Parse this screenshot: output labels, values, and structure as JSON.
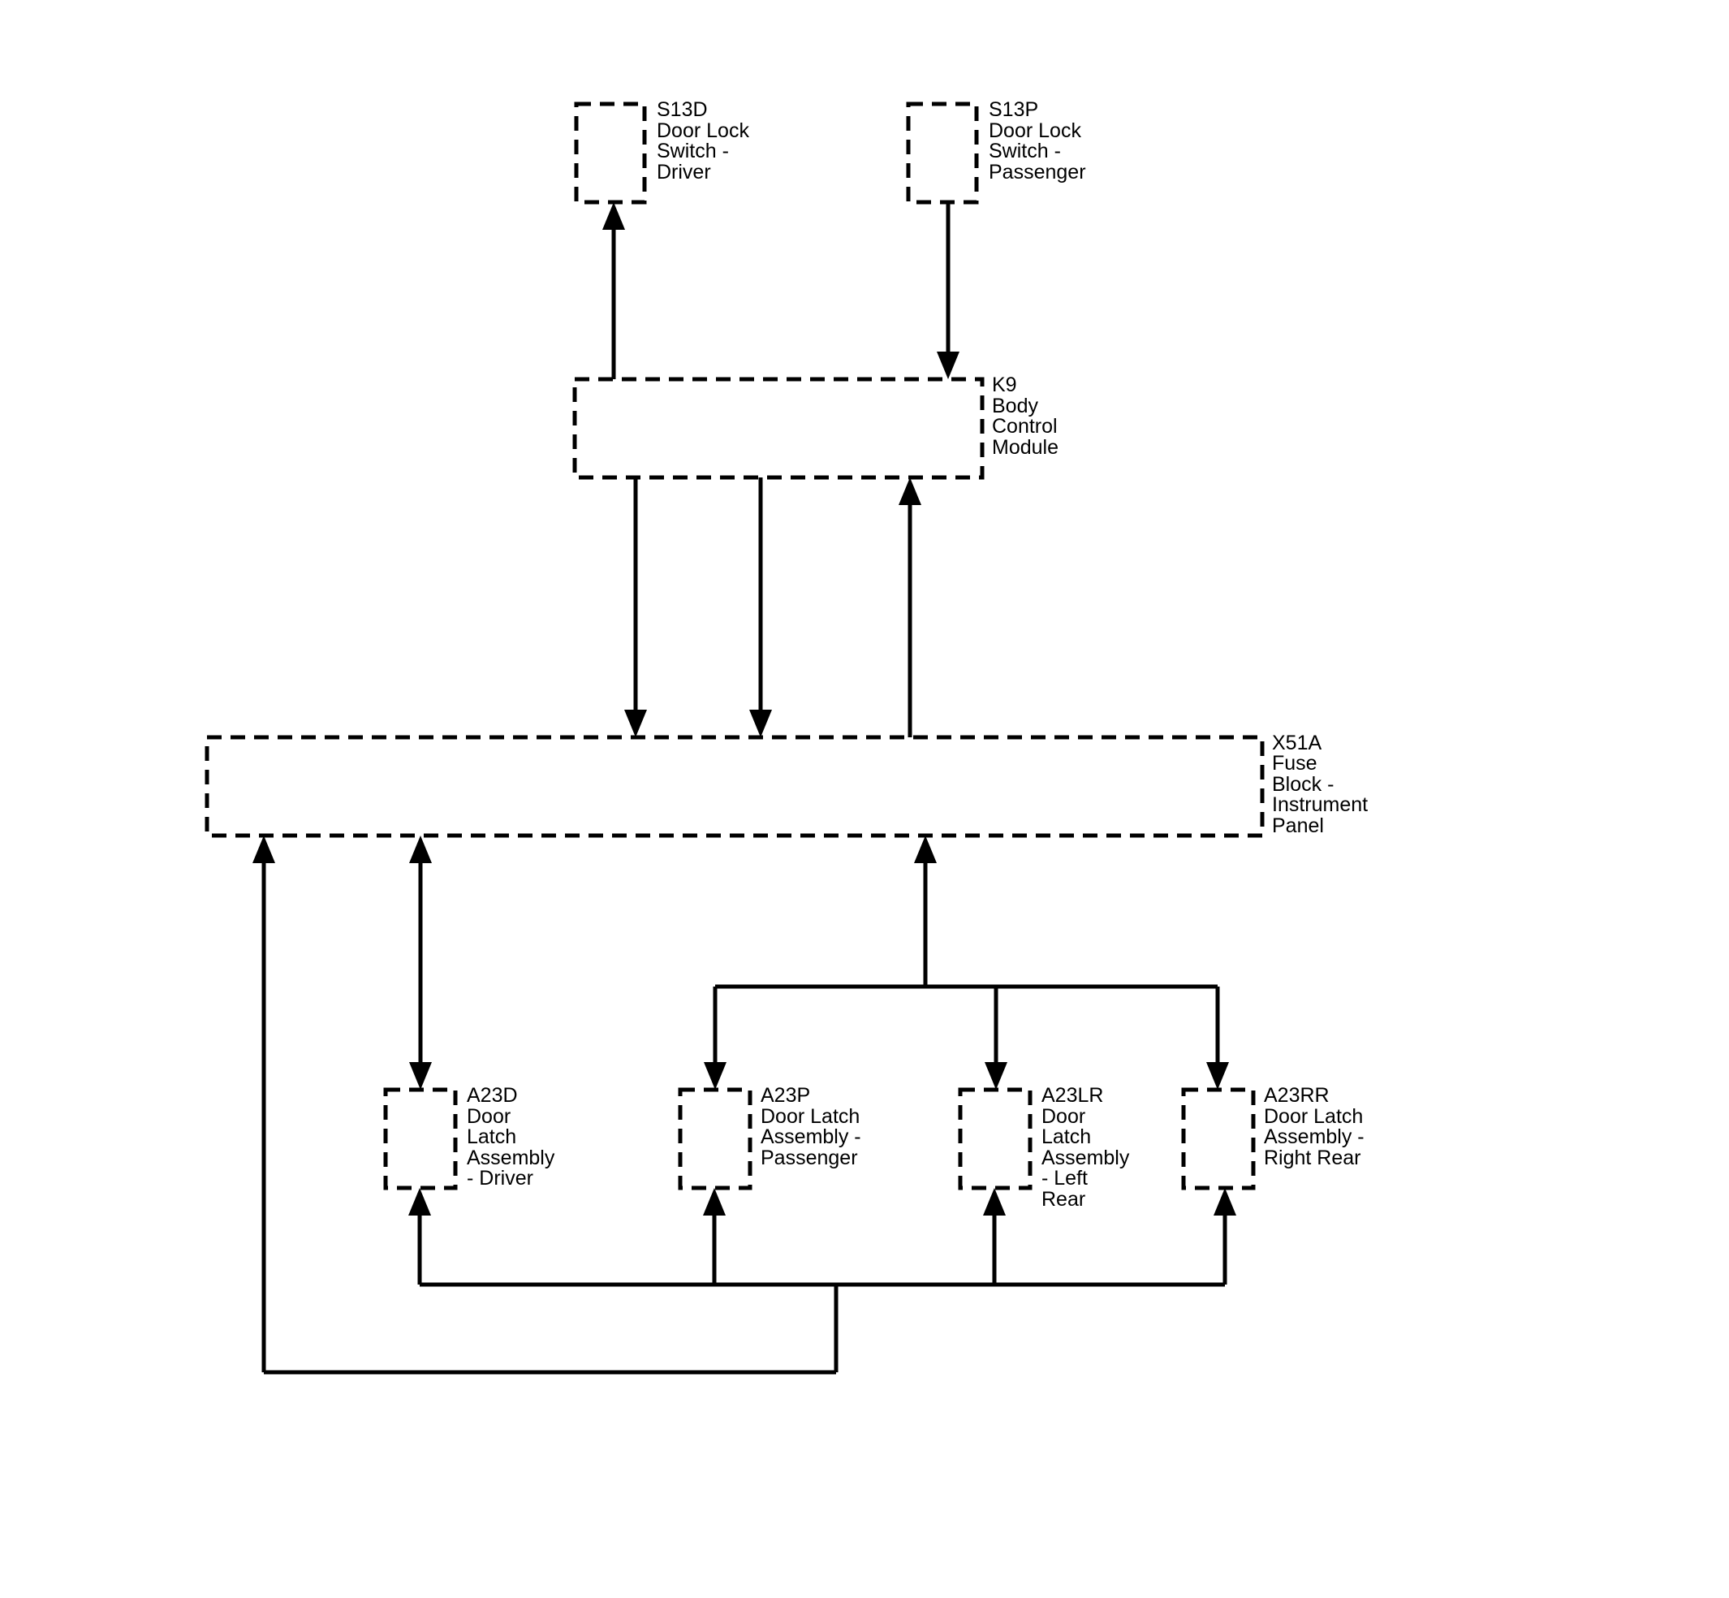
{
  "components": {
    "s13d": {
      "lines": [
        "S13D",
        "Door Lock",
        "Switch -",
        "Driver"
      ]
    },
    "s13p": {
      "lines": [
        "S13P",
        "Door Lock",
        "Switch -",
        "Passenger"
      ]
    },
    "k9": {
      "lines": [
        "K9",
        "Body",
        "Control",
        "Module"
      ]
    },
    "x51a": {
      "lines": [
        "X51A",
        "Fuse",
        "Block -",
        "Instrument",
        "Panel"
      ]
    },
    "a23d": {
      "lines": [
        "A23D",
        "Door",
        "Latch",
        "Assembly",
        "- Driver"
      ]
    },
    "a23p": {
      "lines": [
        "A23P",
        "Door Latch",
        "Assembly -",
        "Passenger"
      ]
    },
    "a23lr": {
      "lines": [
        "A23LR",
        "Door",
        "Latch",
        "Assembly",
        "- Left",
        "Rear"
      ]
    },
    "a23rr": {
      "lines": [
        "A23RR",
        "Door Latch",
        "Assembly -",
        "Right Rear"
      ]
    }
  },
  "connections": [
    {
      "from": "k9",
      "to": "s13d"
    },
    {
      "from": "s13p",
      "to": "k9"
    },
    {
      "from": "k9",
      "to": "x51a"
    },
    {
      "from": "k9",
      "to": "x51a"
    },
    {
      "from": "x51a",
      "to": "k9"
    },
    {
      "from": "x51a",
      "to": "a23d",
      "bidirectional": true
    },
    {
      "from": "a23p",
      "to": "x51a"
    },
    {
      "from": "a23p",
      "to": "a23lr"
    },
    {
      "from": "a23p",
      "to": "a23rr"
    },
    {
      "from": "x51a",
      "to": "a23d"
    },
    {
      "from": "x51a",
      "to": "a23p"
    },
    {
      "from": "x51a",
      "to": "a23lr"
    },
    {
      "from": "x51a",
      "to": "a23rr"
    }
  ]
}
